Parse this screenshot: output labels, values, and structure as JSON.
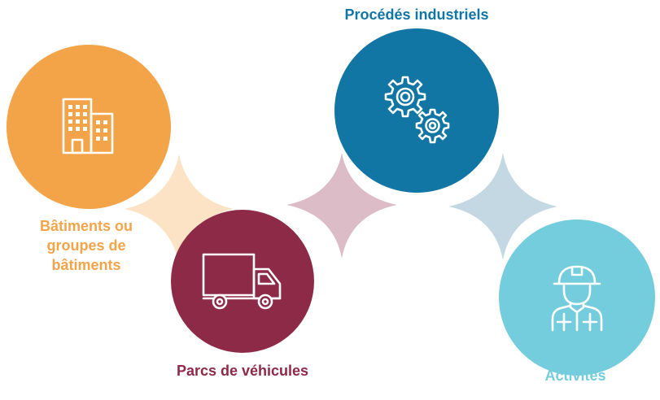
{
  "colors": {
    "batiments": "#F3A449",
    "vehicules": "#8C2A48",
    "procedes": "#1276A4",
    "activites": "#74CDDC"
  },
  "nodes": [
    {
      "label": "Bâtiments ou groupes de bâtiments",
      "icon": "buildings-icon"
    },
    {
      "label": "Parcs de véhicules",
      "icon": "truck-icon"
    },
    {
      "label": "Procédés industriels",
      "icon": "gears-icon"
    },
    {
      "label": "Activités",
      "icon": "worker-icon"
    }
  ]
}
